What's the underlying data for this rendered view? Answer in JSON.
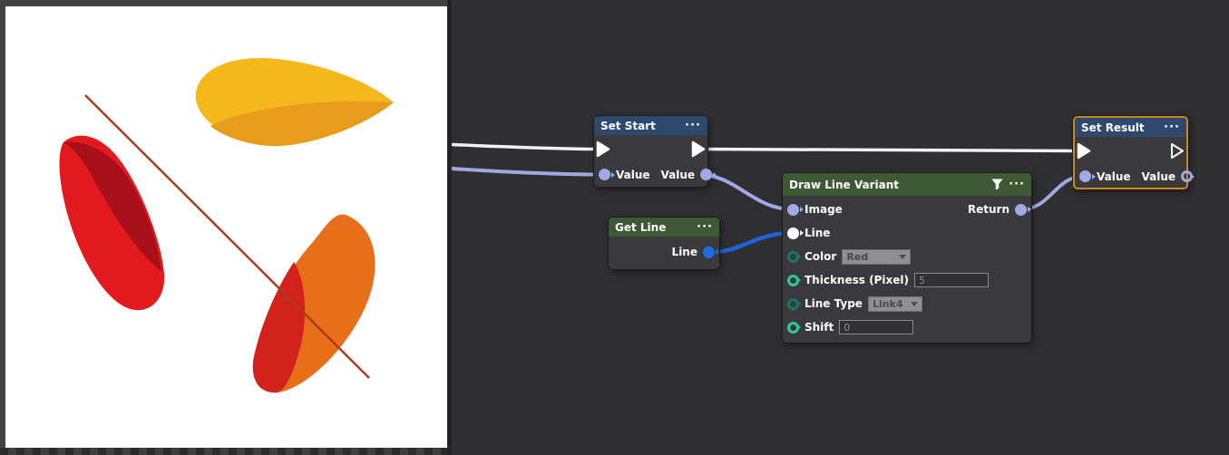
{
  "ui": {
    "menu_dots": "···"
  },
  "colors": {
    "header_blue": "#2d4a6e",
    "header_green": "#3e5a34",
    "node_selection_orange": "#c8871f",
    "wire_white": "#f2f2f2",
    "wire_lavender": "#9fa9e4",
    "wire_blue": "#1e64d8",
    "pin_lavender": "#9fa9e4",
    "pin_blue": "#1f6be3",
    "pin_teal_bright": "#2fc998",
    "pin_teal_dim": "#1d7568",
    "canvas_background": "#ffffff",
    "canvas_yellow": "#f4b81d",
    "canvas_amber": "#e79c1b",
    "canvas_red": "#e2191d",
    "canvas_dark_red": "#a8101b",
    "canvas_orange": "#e86f1a",
    "canvas_crescent_red": "#d1231c",
    "canvas_line": "#a83c1f"
  },
  "nodes": {
    "set_start": {
      "title": "Set Start",
      "value_in": "Value",
      "value_out": "Value"
    },
    "get_line": {
      "title": "Get Line",
      "output": "Line"
    },
    "draw_line_variant": {
      "title": "Draw Line Variant",
      "rows": {
        "image": "Image",
        "return": "Return",
        "line": "Line",
        "color_label": "Color",
        "color_value": "Red",
        "thickness_label": "Thickness (Pixel)",
        "thickness_value": "5",
        "line_type_label": "Line Type",
        "line_type_value": "Link4",
        "shift_label": "Shift",
        "shift_value": "0"
      }
    },
    "set_result": {
      "title": "Set Result",
      "value_in": "Value",
      "value_out": "Value"
    }
  }
}
